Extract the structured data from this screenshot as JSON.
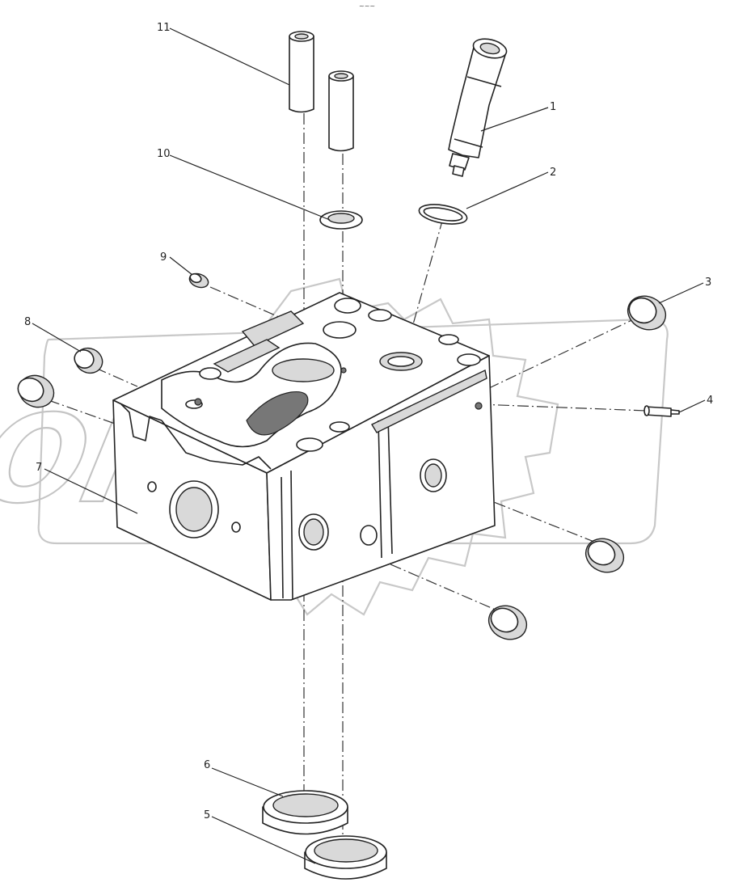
{
  "header_mark": "~~~",
  "watermark": "OFEX",
  "callouts": [
    {
      "id": "1",
      "label": "1"
    },
    {
      "id": "2",
      "label": "2"
    },
    {
      "id": "3",
      "label": "3"
    },
    {
      "id": "4",
      "label": "4"
    },
    {
      "id": "5",
      "label": "5"
    },
    {
      "id": "6",
      "label": "6"
    },
    {
      "id": "7",
      "label": "7"
    },
    {
      "id": "8",
      "label": "8"
    },
    {
      "id": "9",
      "label": "9"
    },
    {
      "id": "10",
      "label": "10"
    },
    {
      "id": "11",
      "label": "11"
    }
  ]
}
